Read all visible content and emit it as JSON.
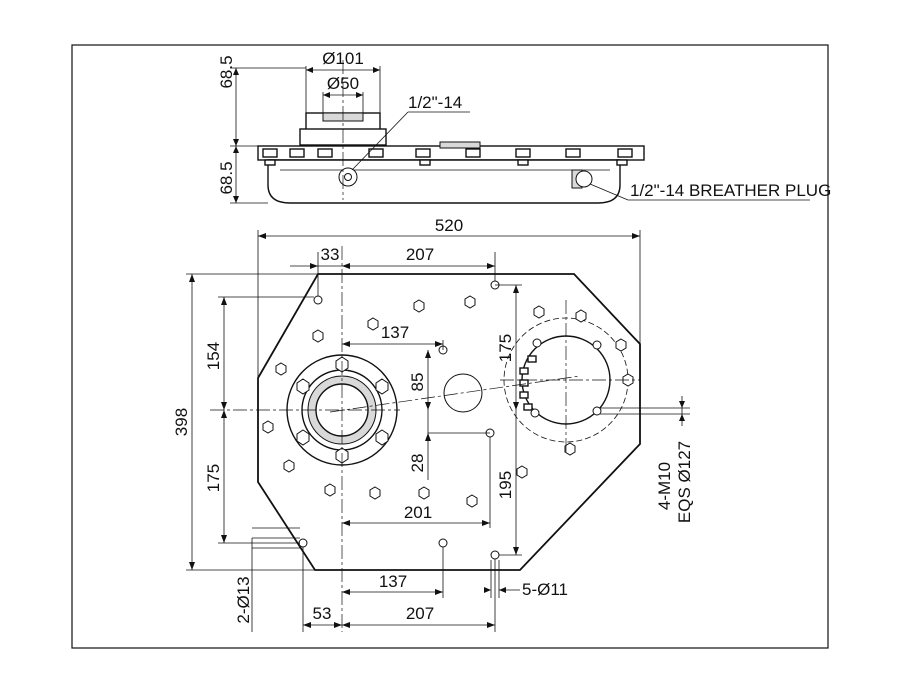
{
  "dimensions": {
    "dia_101": "Ø101",
    "dia_50": "Ø50",
    "h_top": "68.5",
    "h_bottom": "68.5",
    "port_top": "1/2\"-14",
    "breather": "1/2\"-14 BREATHER PLUG",
    "w_520": "520",
    "d_33": "33",
    "d_207_top": "207",
    "d_137_mid": "137",
    "d_154": "154",
    "d_85": "85",
    "d_175_right": "175",
    "d_398": "398",
    "d_175_left": "175",
    "d_28": "28",
    "d_195": "195",
    "d_201": "201",
    "d_137_bottom": "137",
    "holes_5": "5-Ø11",
    "d_53": "53",
    "d_207_bottom": "207",
    "holes_2": "2-Ø13",
    "m10": "4-M10",
    "eqs": "EQS Ø127"
  }
}
